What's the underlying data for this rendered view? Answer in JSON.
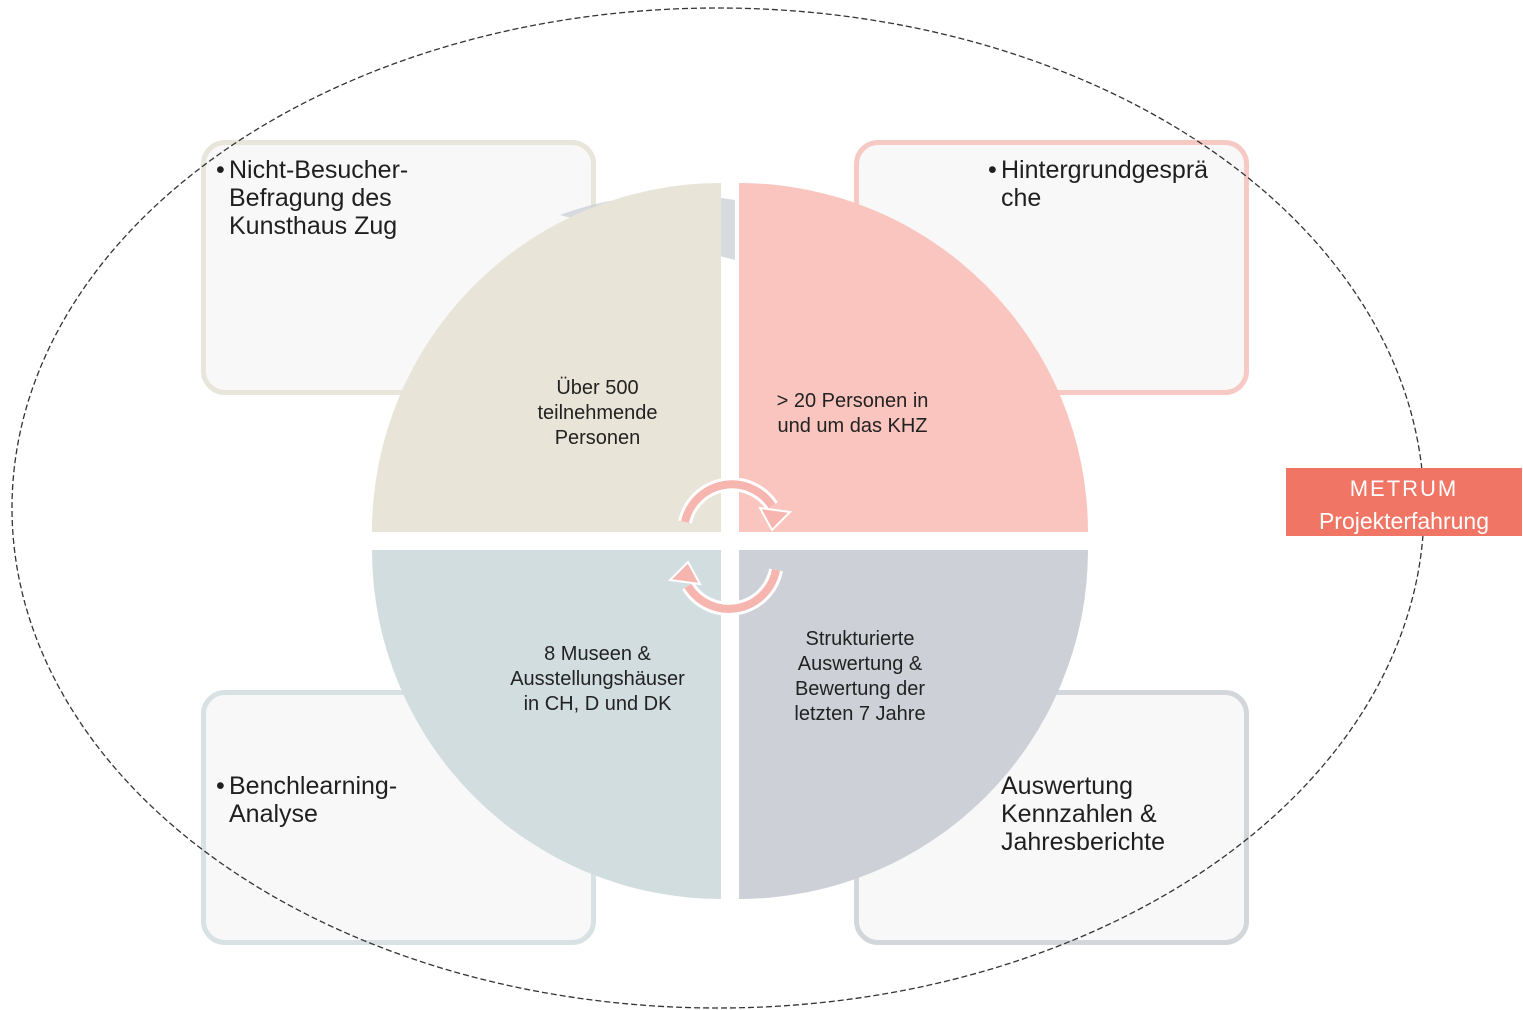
{
  "cards": {
    "top_left": {
      "bullet": "•",
      "text": "Nicht-Besucher-\nBefragung des\nKunsthaus Zug"
    },
    "top_right": {
      "bullet": "•",
      "text": "Hintergrundgesprä\nche"
    },
    "bottom_left": {
      "bullet": "•",
      "text": "Benchlearning-\nAnalyse"
    },
    "bottom_right": {
      "text": "Auswertung\nKennzahlen &\nJahresberichte"
    }
  },
  "quadrants": {
    "top_left": "Über 500\nteilnehmende\nPersonen",
    "top_right": "> 20 Personen in\nund um das KHZ",
    "bottom_left": "8 Museen &\nAusstellungshäuser\nin CH, D und DK",
    "bottom_right": "Strukturierte\nAuswertung &\nBewertung der\nletzten 7 Jahre"
  },
  "badge": {
    "brand": "METRUM",
    "label": "Projekterfahrung"
  },
  "colors": {
    "quad_top_left": "#e8e4d7",
    "quad_top_right": "#fac5be",
    "quad_bottom_left": "#d2dde0",
    "quad_bottom_right": "#cdd1d7",
    "badge": "#f07565",
    "arrow": "#f6b5af"
  },
  "icons": [
    "cycle-arrows-icon"
  ]
}
